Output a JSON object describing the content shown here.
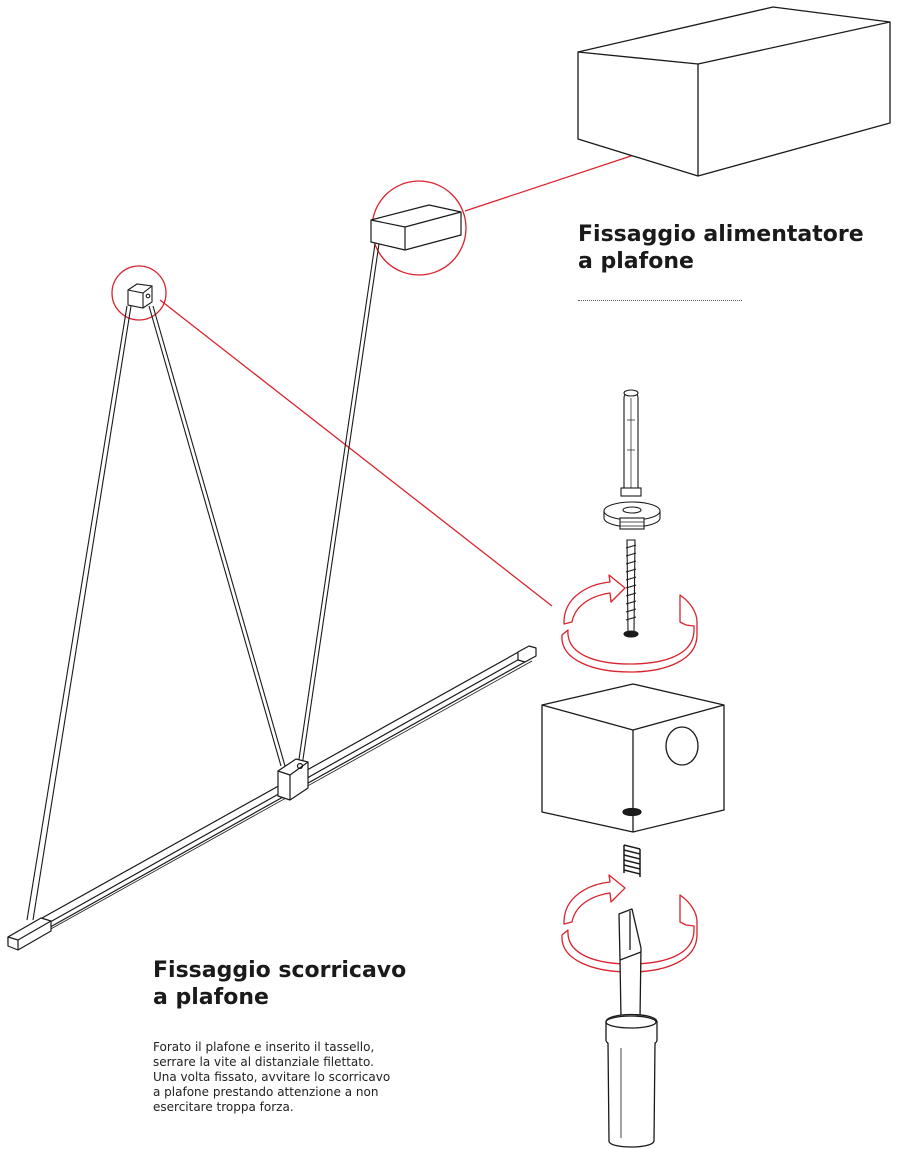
{
  "section_ceiling_power": {
    "title_line1": "Fissaggio alimentatore",
    "title_line2": "a plafone"
  },
  "section_cable_holder": {
    "title_line1": "Fissaggio scorricavo",
    "title_line2": "a plafone",
    "description_lines": [
      "Forato il plafone e inserito il tassello,",
      "serrare la vite al distanziale filettato.",
      "Una volta fissato, avvitare lo scorricavo",
      "a plafone prestando attenzione a non",
      "esercitare troppa forza."
    ]
  },
  "colors": {
    "line": "#1a1a1a",
    "accent": "#d9232e"
  },
  "icons": [
    "rotation-arrow-icon",
    "screwdriver-icon",
    "screw-icon",
    "spring-icon"
  ]
}
